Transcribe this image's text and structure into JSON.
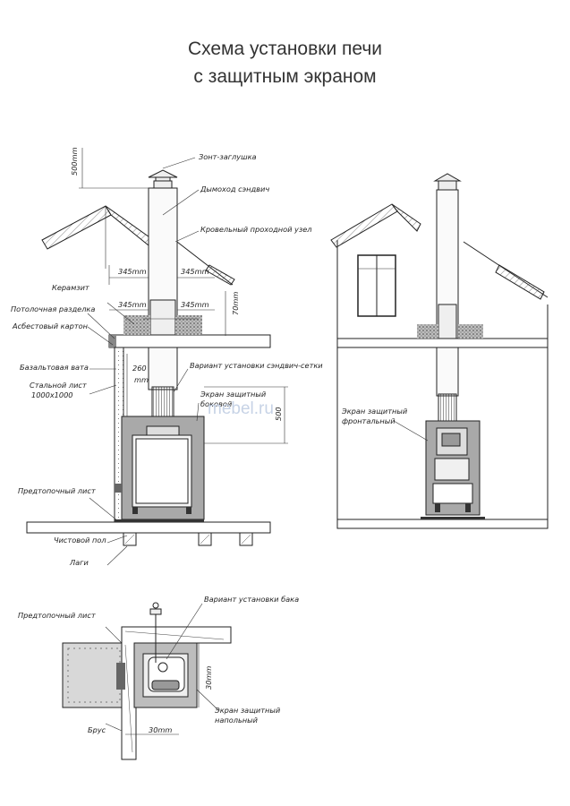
{
  "title": {
    "line1": "Схема установки печи",
    "line2": "с защитным экраном"
  },
  "watermark": "mebel.ru",
  "left_diagram": {
    "labels": {
      "umbrella": "Зонт-заглушка",
      "chimney": "Дымоход сэндвич",
      "roof_unit": "Кровельный проходной узел",
      "keramzit": "Керамзит",
      "ceiling_cut": "Потолочная разделка",
      "asbestos": "Асбестовый картон",
      "basalt": "Базальтовая вата",
      "steel_sheet_line1": "Стальной лист",
      "steel_sheet_line2": "1000х1000",
      "mesh_variant": "Вариант установки сэндвич-сетки",
      "side_screen_line1": "Экран защитный",
      "side_screen_line2": "боковой",
      "prefurnace_sheet": "Предтопочный лист",
      "clean_floor": "Чистовой пол",
      "joists": "Лаги"
    },
    "dimensions": {
      "top": "500mm",
      "roof_left": "345mm",
      "roof_right": "345mm",
      "ceiling_left": "345mm",
      "ceiling_right": "345mm",
      "ceiling_gap": "70mm",
      "wall_gap": "260",
      "wall_gap_unit": "mm",
      "screen_height": "500"
    }
  },
  "right_diagram": {
    "labels": {
      "front_screen_line1": "Экран защитный",
      "front_screen_line2": "фронтальный"
    }
  },
  "bottom_diagram": {
    "labels": {
      "prefurnace_sheet": "Предтопочный лист",
      "tank_variant": "Вариант установки бака",
      "floor_screen_line1": "Экран защитный",
      "floor_screen_line2": "напольный",
      "beam": "Брус"
    },
    "dimensions": {
      "right_gap": "30mm",
      "bottom_gap": "30mm"
    }
  }
}
